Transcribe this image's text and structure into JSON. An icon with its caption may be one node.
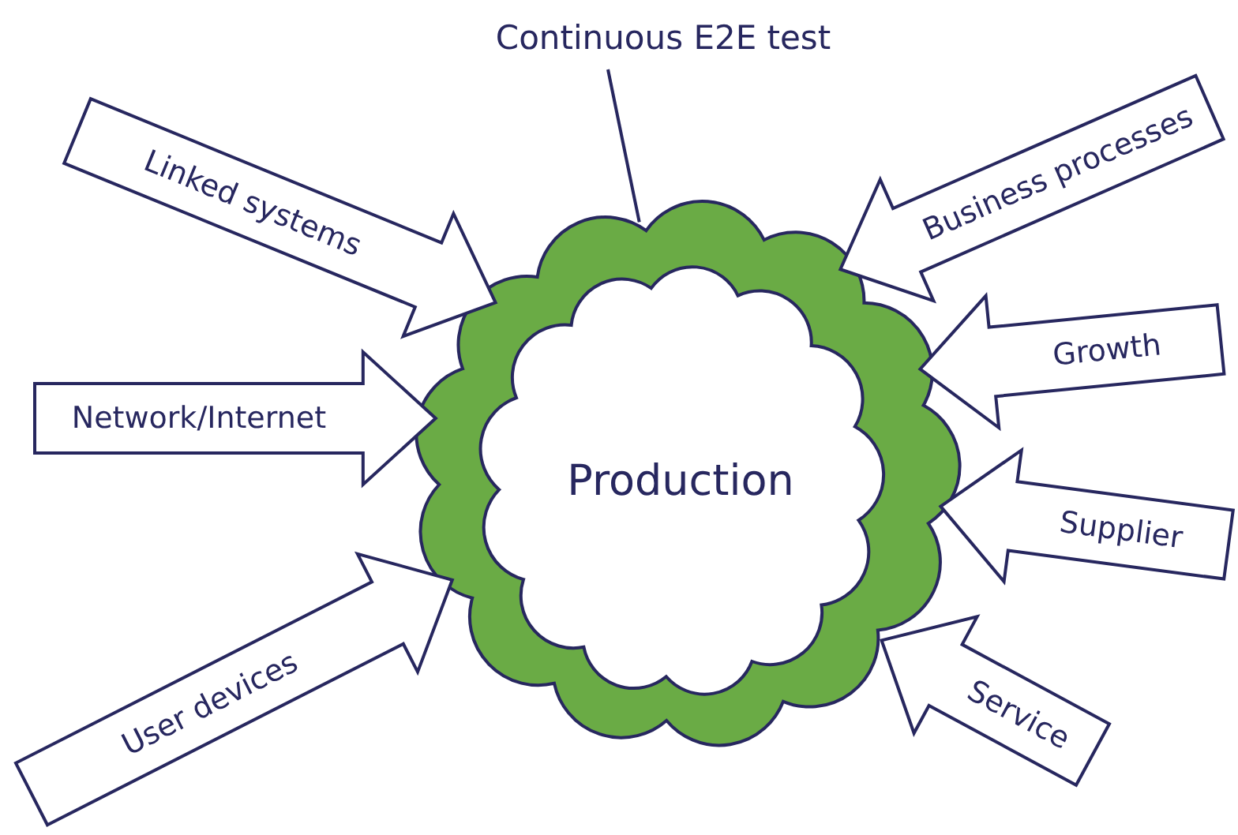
{
  "diagram": {
    "nodes": [
      {
        "text": [
          "Continuous E2E test"
        ]
      },
      {
        "text": [],
        "shape": "cloud"
      },
      {
        "text": [
          "Production"
        ],
        "in": 1
      }
    ],
    "edges": [
      {
        "from": 0,
        "to": 1,
        "arrow": "none"
      },
      {
        "from": null,
        "to": 1,
        "arrow": "to",
        "label": "Linked systems"
      },
      {
        "from": null,
        "to": 1,
        "arrow": "to",
        "label": "Business processes"
      },
      {
        "from": null,
        "to": 1,
        "arrow": "to",
        "label": "Network/Internet"
      },
      {
        "from": null,
        "to": 1,
        "arrow": "to",
        "label": "Growth"
      },
      {
        "from": null,
        "to": 1,
        "arrow": "to",
        "label": "Supplier"
      },
      {
        "from": null,
        "to": 1,
        "arrow": "to",
        "label": "User devices"
      },
      {
        "from": null,
        "to": 1,
        "arrow": "to",
        "label": "Service"
      }
    ]
  }
}
